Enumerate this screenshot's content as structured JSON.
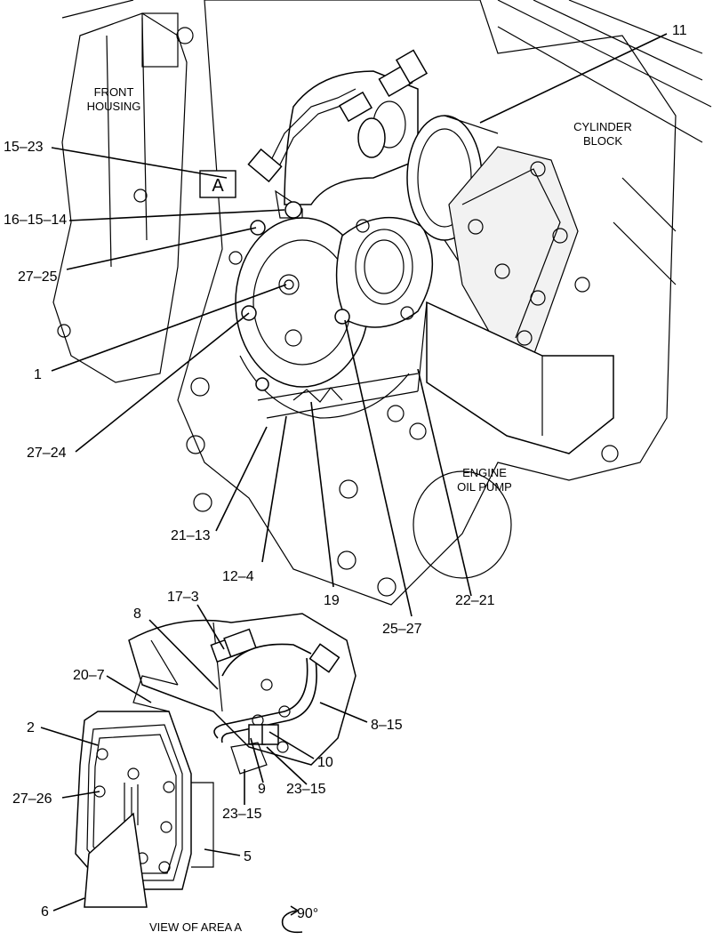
{
  "region_labels": {
    "front_housing_1": "FRONT",
    "front_housing_2": "HOUSING",
    "cylinder_block_1": "CYLINDER",
    "cylinder_block_2": "BLOCK",
    "oil_pump_1": "ENGINE",
    "oil_pump_2": "OIL PUMP"
  },
  "callouts": {
    "c11": "11",
    "c15_23": "15–23",
    "c16_15_14": "16–15–14",
    "c27_25": "27–25",
    "c1": "1",
    "c27_24": "27–24",
    "c21_13": "21–13",
    "c12_4": "12–4",
    "c19": "19",
    "c25_27": "25–27",
    "c22_21": "22–21",
    "c17_3": "17–3",
    "c8_top": "8",
    "c20_7": "20–7",
    "c2": "2",
    "c27_26": "27–26",
    "c8_15": "8–15",
    "c10": "10",
    "c9": "9",
    "c23_15_a": "23–15",
    "c23_15_b": "23–15",
    "c5": "5",
    "c6": "6"
  },
  "area_marker": "A",
  "view_caption": "VIEW OF AREA A",
  "rotation_label": "90°"
}
